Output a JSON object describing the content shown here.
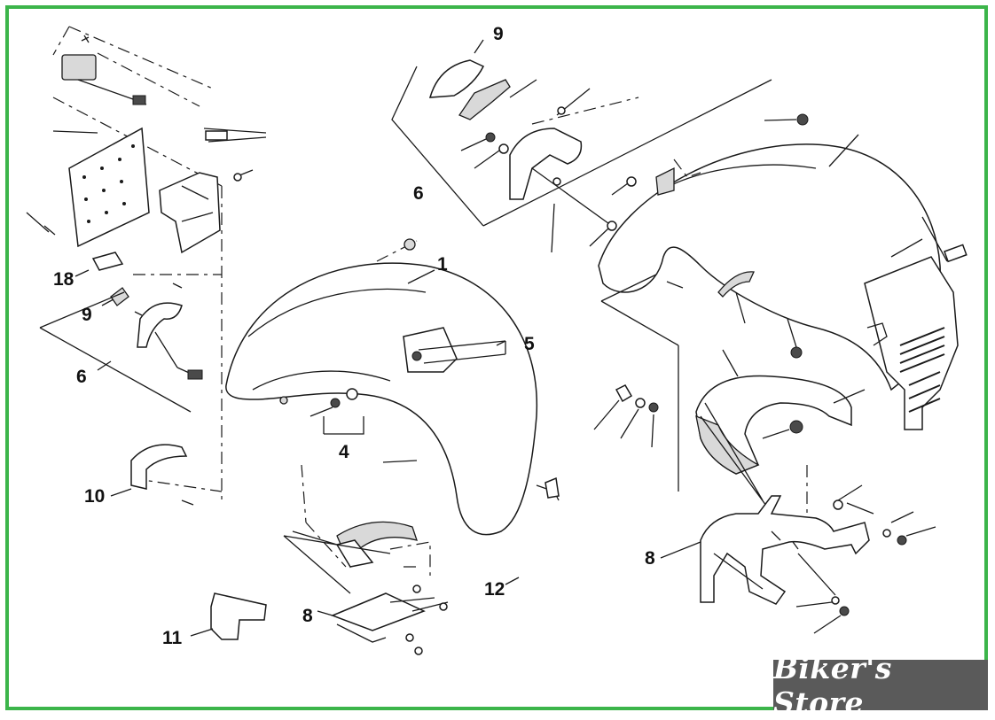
{
  "callouts": [
    {
      "id": "c9a",
      "label": "9"
    },
    {
      "id": "c6a",
      "label": "6"
    },
    {
      "id": "c18",
      "label": "18"
    },
    {
      "id": "c9b",
      "label": "9"
    },
    {
      "id": "c6b",
      "label": "6"
    },
    {
      "id": "c1",
      "label": "1"
    },
    {
      "id": "c5",
      "label": "5"
    },
    {
      "id": "c4",
      "label": "4"
    },
    {
      "id": "c10",
      "label": "10"
    },
    {
      "id": "c12",
      "label": "12"
    },
    {
      "id": "c8a",
      "label": "8"
    },
    {
      "id": "c11",
      "label": "11"
    },
    {
      "id": "c8b",
      "label": "8"
    }
  ],
  "watermark": {
    "text": "Biker's Store"
  },
  "colors": {
    "border": "#3cb54a",
    "watermark_bg": "#5a5a5a"
  }
}
